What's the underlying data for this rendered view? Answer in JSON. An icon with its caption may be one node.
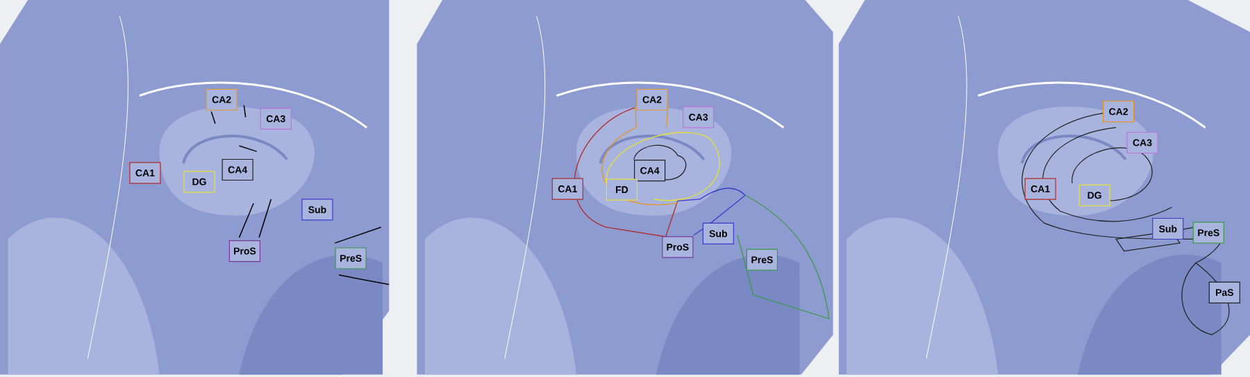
{
  "diagram": {
    "nodes": [
      {
        "text": [
          "CA2"
        ]
      },
      {
        "text": [
          "CA3"
        ]
      },
      {
        "text": [
          "CA1"
        ]
      },
      {
        "text": [
          "DG"
        ]
      },
      {
        "text": [
          "CA4"
        ]
      },
      {
        "text": [
          "Sub"
        ]
      },
      {
        "text": [
          "ProS"
        ]
      },
      {
        "text": [
          "PreS"
        ]
      },
      {
        "text": [
          "CA2"
        ]
      },
      {
        "text": [
          "CA3"
        ]
      },
      {
        "text": [
          "CA4"
        ]
      },
      {
        "text": [
          "CA1"
        ]
      },
      {
        "text": [
          "FD"
        ]
      },
      {
        "text": [
          "Sub"
        ]
      },
      {
        "text": [
          "ProS"
        ]
      },
      {
        "text": [
          "PreS"
        ]
      },
      {
        "text": [
          "CA2"
        ]
      },
      {
        "text": [
          "CA3"
        ]
      },
      {
        "text": [
          "CA1"
        ]
      },
      {
        "text": [
          "DG"
        ]
      },
      {
        "text": [
          "Sub"
        ]
      },
      {
        "text": [
          "PreS"
        ]
      },
      {
        "text": [
          "PaS"
        ]
      }
    ]
  }
}
